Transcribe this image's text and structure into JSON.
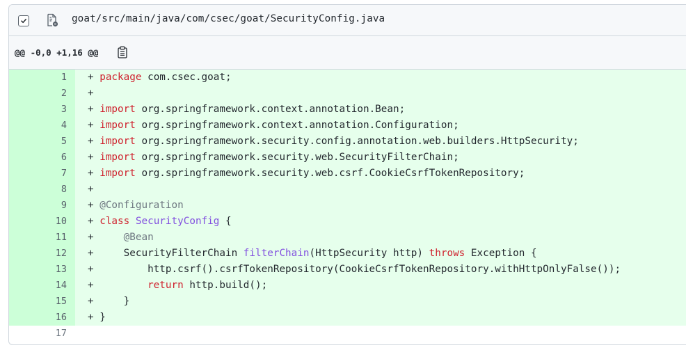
{
  "file": {
    "path": "goat/src/main/java/com/csec/goat/SecurityConfig.java",
    "checkbox_icon": "checkbox-checked-icon",
    "file_icon": "file-diff-icon"
  },
  "hunk": {
    "header": "@@ -0,0 +1,16 @@",
    "copy_icon": "clipboard-icon"
  },
  "lines": [
    {
      "n": "1",
      "segments": [
        {
          "t": "+ "
        },
        {
          "t": "package",
          "c": "kw"
        },
        {
          "t": " com.csec.goat;"
        }
      ]
    },
    {
      "n": "2",
      "segments": [
        {
          "t": "+"
        }
      ]
    },
    {
      "n": "3",
      "segments": [
        {
          "t": "+ "
        },
        {
          "t": "import",
          "c": "kw"
        },
        {
          "t": " org.springframework.context.annotation.Bean;"
        }
      ]
    },
    {
      "n": "4",
      "segments": [
        {
          "t": "+ "
        },
        {
          "t": "import",
          "c": "kw"
        },
        {
          "t": " org.springframework.context.annotation.Configuration;"
        }
      ]
    },
    {
      "n": "5",
      "segments": [
        {
          "t": "+ "
        },
        {
          "t": "import",
          "c": "kw"
        },
        {
          "t": " org.springframework.security.config.annotation.web.builders.HttpSecurity;"
        }
      ]
    },
    {
      "n": "6",
      "segments": [
        {
          "t": "+ "
        },
        {
          "t": "import",
          "c": "kw"
        },
        {
          "t": " org.springframework.security.web.SecurityFilterChain;"
        }
      ]
    },
    {
      "n": "7",
      "segments": [
        {
          "t": "+ "
        },
        {
          "t": "import",
          "c": "kw"
        },
        {
          "t": " org.springframework.security.web.csrf.CookieCsrfTokenRepository;"
        }
      ]
    },
    {
      "n": "8",
      "segments": [
        {
          "t": "+"
        }
      ]
    },
    {
      "n": "9",
      "segments": [
        {
          "t": "+ "
        },
        {
          "t": "@Configuration",
          "c": "ann"
        }
      ]
    },
    {
      "n": "10",
      "segments": [
        {
          "t": "+ "
        },
        {
          "t": "class",
          "c": "kw"
        },
        {
          "t": " "
        },
        {
          "t": "SecurityConfig",
          "c": "cls"
        },
        {
          "t": " {"
        }
      ]
    },
    {
      "n": "11",
      "segments": [
        {
          "t": "+     "
        },
        {
          "t": "@Bean",
          "c": "ann"
        }
      ]
    },
    {
      "n": "12",
      "segments": [
        {
          "t": "+     SecurityFilterChain "
        },
        {
          "t": "filterChain",
          "c": "fn"
        },
        {
          "t": "(HttpSecurity http) "
        },
        {
          "t": "throws",
          "c": "kw"
        },
        {
          "t": " Exception {"
        }
      ]
    },
    {
      "n": "13",
      "segments": [
        {
          "t": "+         http.csrf().csrfTokenRepository(CookieCsrfTokenRepository.withHttpOnlyFalse());"
        }
      ]
    },
    {
      "n": "14",
      "segments": [
        {
          "t": "+         "
        },
        {
          "t": "return",
          "c": "kw"
        },
        {
          "t": " http.build();"
        }
      ]
    },
    {
      "n": "15",
      "segments": [
        {
          "t": "+     }"
        }
      ]
    },
    {
      "n": "16",
      "segments": [
        {
          "t": "+ }"
        }
      ]
    }
  ],
  "trailing_line": {
    "n": "17"
  }
}
